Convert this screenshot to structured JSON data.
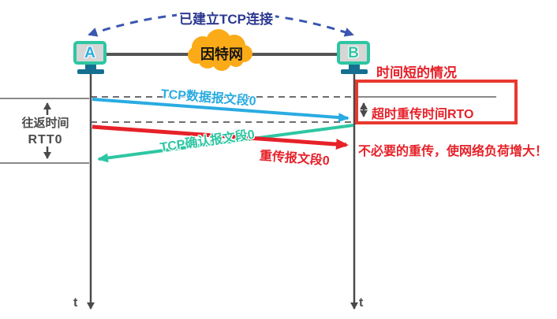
{
  "diagram": {
    "connection_arc_label": "已建立TCP连接",
    "network_label": "因特网",
    "host_a_label": "A",
    "host_b_label": "B",
    "rtt_label_line1": "往返时间",
    "rtt_label_line2": "RTT0",
    "segment_labels": {
      "data": "TCP数据报文段0",
      "ack": "TCP确认报文段0",
      "retransmit": "重传报文段0"
    },
    "annotations": {
      "scenario": "时间短的情况",
      "rto": "超时重传时间RTO",
      "warning": "不必要的重传，使网络负荷增大！"
    },
    "axis": {
      "time_label_a": "t",
      "time_label_b": "t"
    },
    "colors": {
      "data_segment": "#29ABE2",
      "ack_segment": "#2EC6A2",
      "retransmit_segment": "#E62129",
      "highlight_box": "#E8392F",
      "red_text": "#E62129",
      "connection_arc": "#3A56B0",
      "title_text": "#2B3990",
      "cloud": "#FBAB18",
      "monitor_border": "#2EC6A2",
      "monitor_screen": "#D6D6D6",
      "stand": "#156F91",
      "gray_line": "#8A8A8A",
      "timeline": "#4A4A4A"
    }
  }
}
